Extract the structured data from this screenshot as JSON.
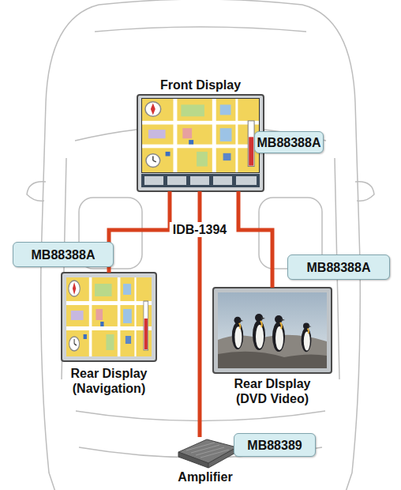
{
  "diagram": {
    "nodes": [
      {
        "text": [
          "Front Display"
        ]
      },
      {
        "text": [
          "MB88388A"
        ]
      },
      {
        "text": [
          "MB88388A"
        ]
      },
      {
        "text": [
          "MB88388A"
        ]
      },
      {
        "text": [
          "Rear Display (Navigation)"
        ]
      },
      {
        "text": [
          "Rear DIsplay (DVD Video)"
        ]
      },
      {
        "text": [
          "MB88389"
        ]
      },
      {
        "text": [
          "Amplifier"
        ]
      }
    ],
    "edges": [
      {
        "from": 0,
        "to": 4,
        "arrow": "none"
      },
      {
        "from": 0,
        "to": 5,
        "arrow": "none"
      },
      {
        "from": 0,
        "to": 7,
        "arrow": "none"
      }
    ],
    "labels": [
      "IDB-1394"
    ]
  }
}
